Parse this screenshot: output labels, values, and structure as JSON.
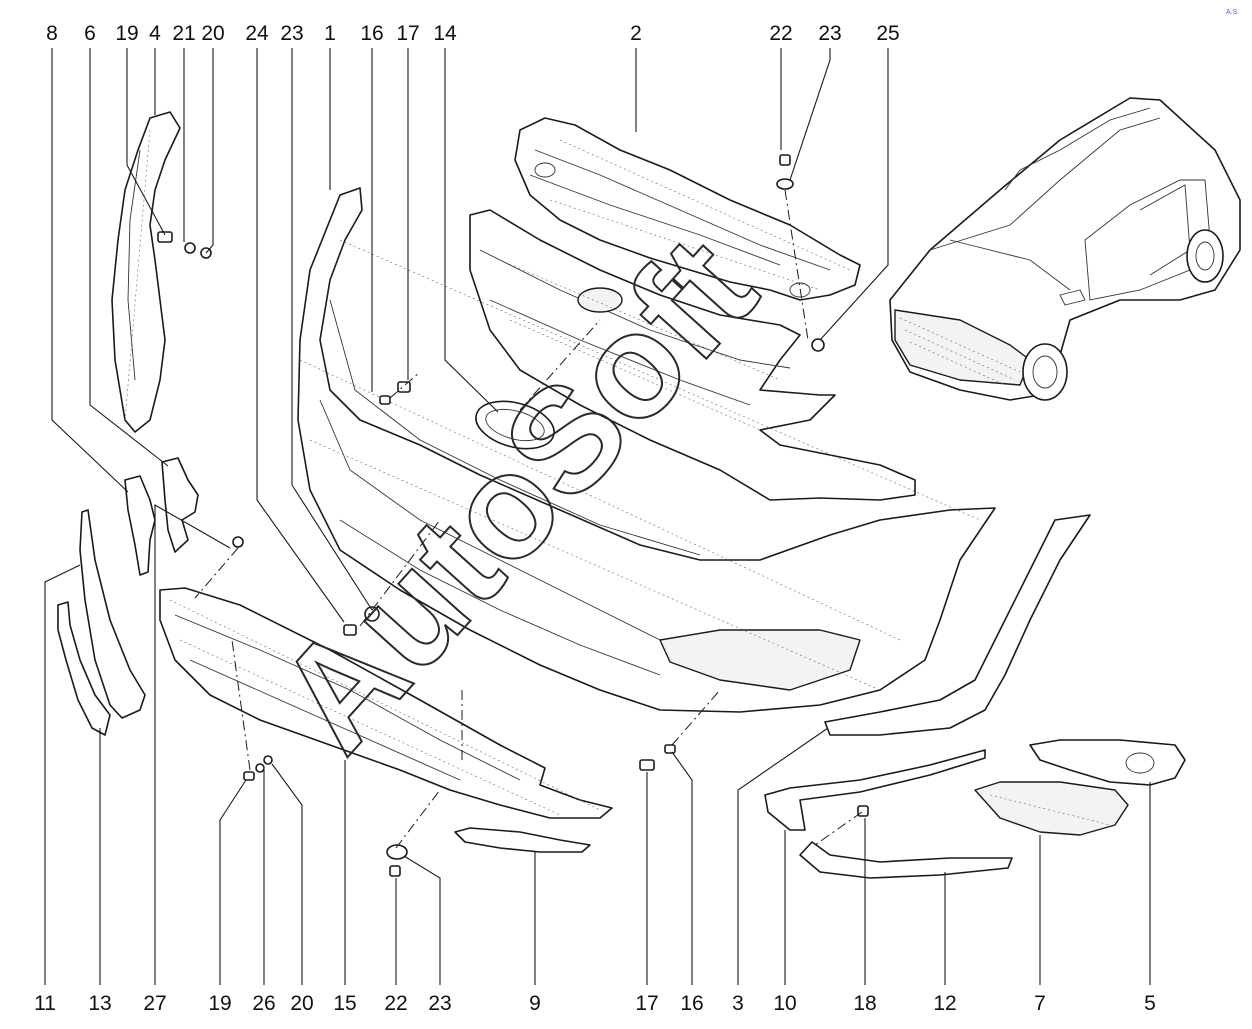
{
  "diagram": {
    "watermark": "AutoSoft",
    "corner_mark": "A.S.",
    "top_labels": [
      "8",
      "6",
      "19",
      "4",
      "21",
      "20",
      "24",
      "23",
      "1",
      "16",
      "17",
      "14",
      "2",
      "22",
      "23",
      "25"
    ],
    "bottom_labels": [
      "11",
      "13",
      "27",
      "19",
      "26",
      "20",
      "15",
      "22",
      "23",
      "9",
      "17",
      "16",
      "3",
      "10",
      "18",
      "12",
      "7",
      "5"
    ]
  }
}
